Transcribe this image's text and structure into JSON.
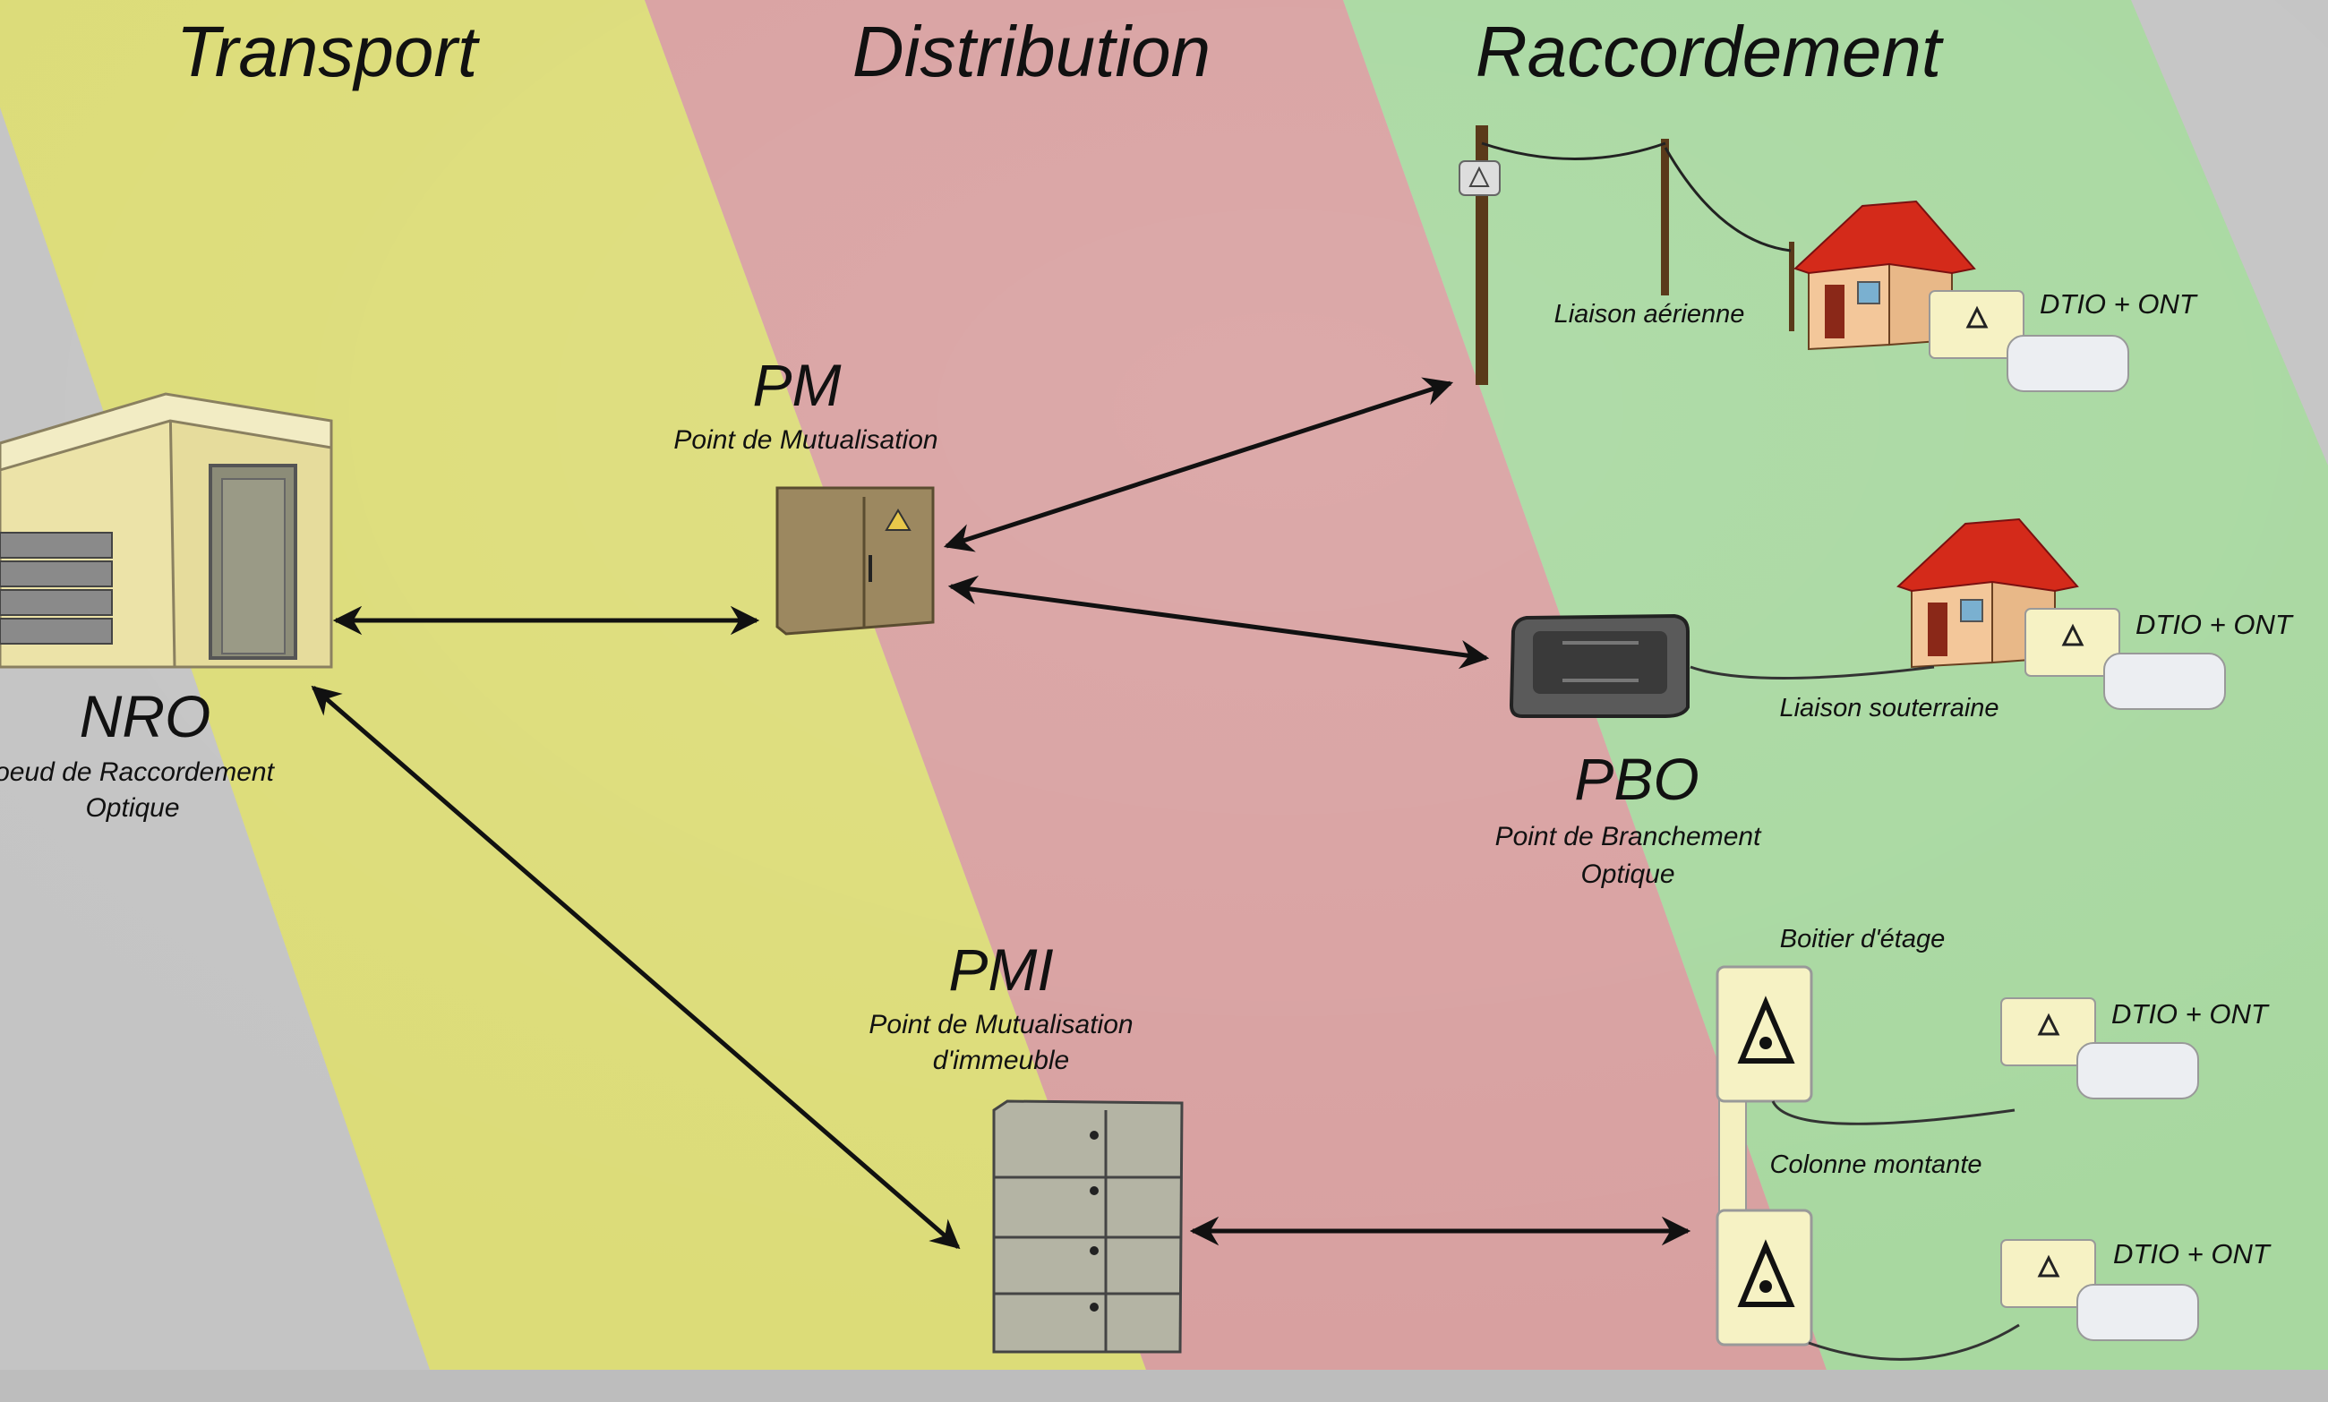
{
  "zones": {
    "transport": "Transport",
    "distribution": "Distribution",
    "raccordement": "Raccordement"
  },
  "nodes": {
    "nro": {
      "title": "NRO",
      "subtitle_line1": "oeud de Raccordement",
      "subtitle_line2": "Optique"
    },
    "pm": {
      "title": "PM",
      "subtitle": "Point de Mutualisation"
    },
    "pmi": {
      "title": "PMI",
      "subtitle_line1": "Point de Mutualisation",
      "subtitle_line2": "d'immeuble"
    },
    "pbo": {
      "title": "PBO",
      "subtitle_line1": "Point de Branchement",
      "subtitle_line2": "Optique"
    }
  },
  "links": {
    "aerial": "Liaison aérienne",
    "underground": "Liaison souterraine",
    "floor_box": "Boitier d'étage",
    "riser": "Colonne montante",
    "dtio_ont": "DTIO + ONT"
  },
  "colors": {
    "transport": "#dcdc78",
    "distribution": "#d8a0a0",
    "raccordement": "#a8d8a0",
    "background": "#c4c4c4"
  },
  "icons": [
    "building-icon",
    "cabinet-icon",
    "pbo-box-icon",
    "house-icon",
    "pole-icon",
    "ont-router-icon",
    "dtio-outlet-icon",
    "floor-box-icon",
    "building-cabinet-icon"
  ]
}
